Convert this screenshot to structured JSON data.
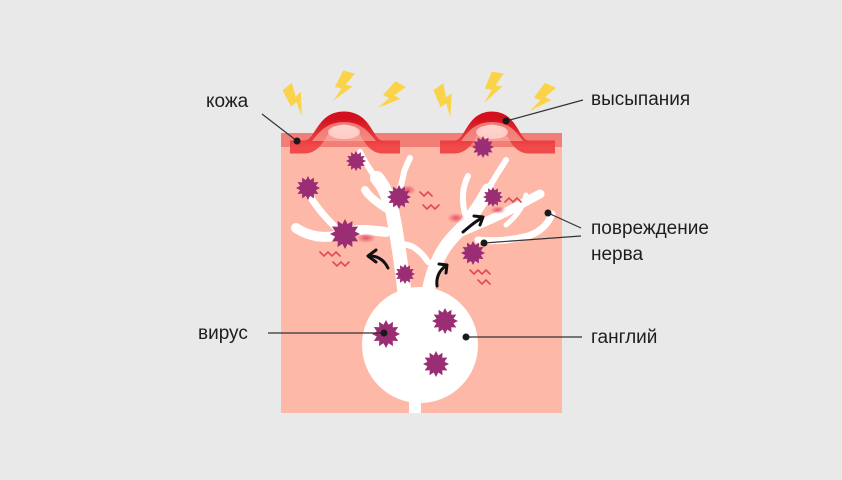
{
  "labels": {
    "skin": "кожа",
    "rash": "высыпания",
    "nerve_damage_line1": "повреждение",
    "nerve_damage_line2": "нерва",
    "virus": "вирус",
    "ganglion": "ганглий"
  },
  "colors": {
    "background": "#e9e9e9",
    "tissue": "#fdb8a8",
    "skin_layer": "#f27e78",
    "rash_red": "#e0232b",
    "nerve": "#ffffff",
    "virus": "#9a2d74",
    "lightning": "#fbd34a",
    "squiggle": "#e24855",
    "arrow": "#111111",
    "leader_line": "#333333"
  },
  "icons": [
    "lightning-bolt-icon",
    "virus-particle-icon",
    "arrow-icon"
  ]
}
